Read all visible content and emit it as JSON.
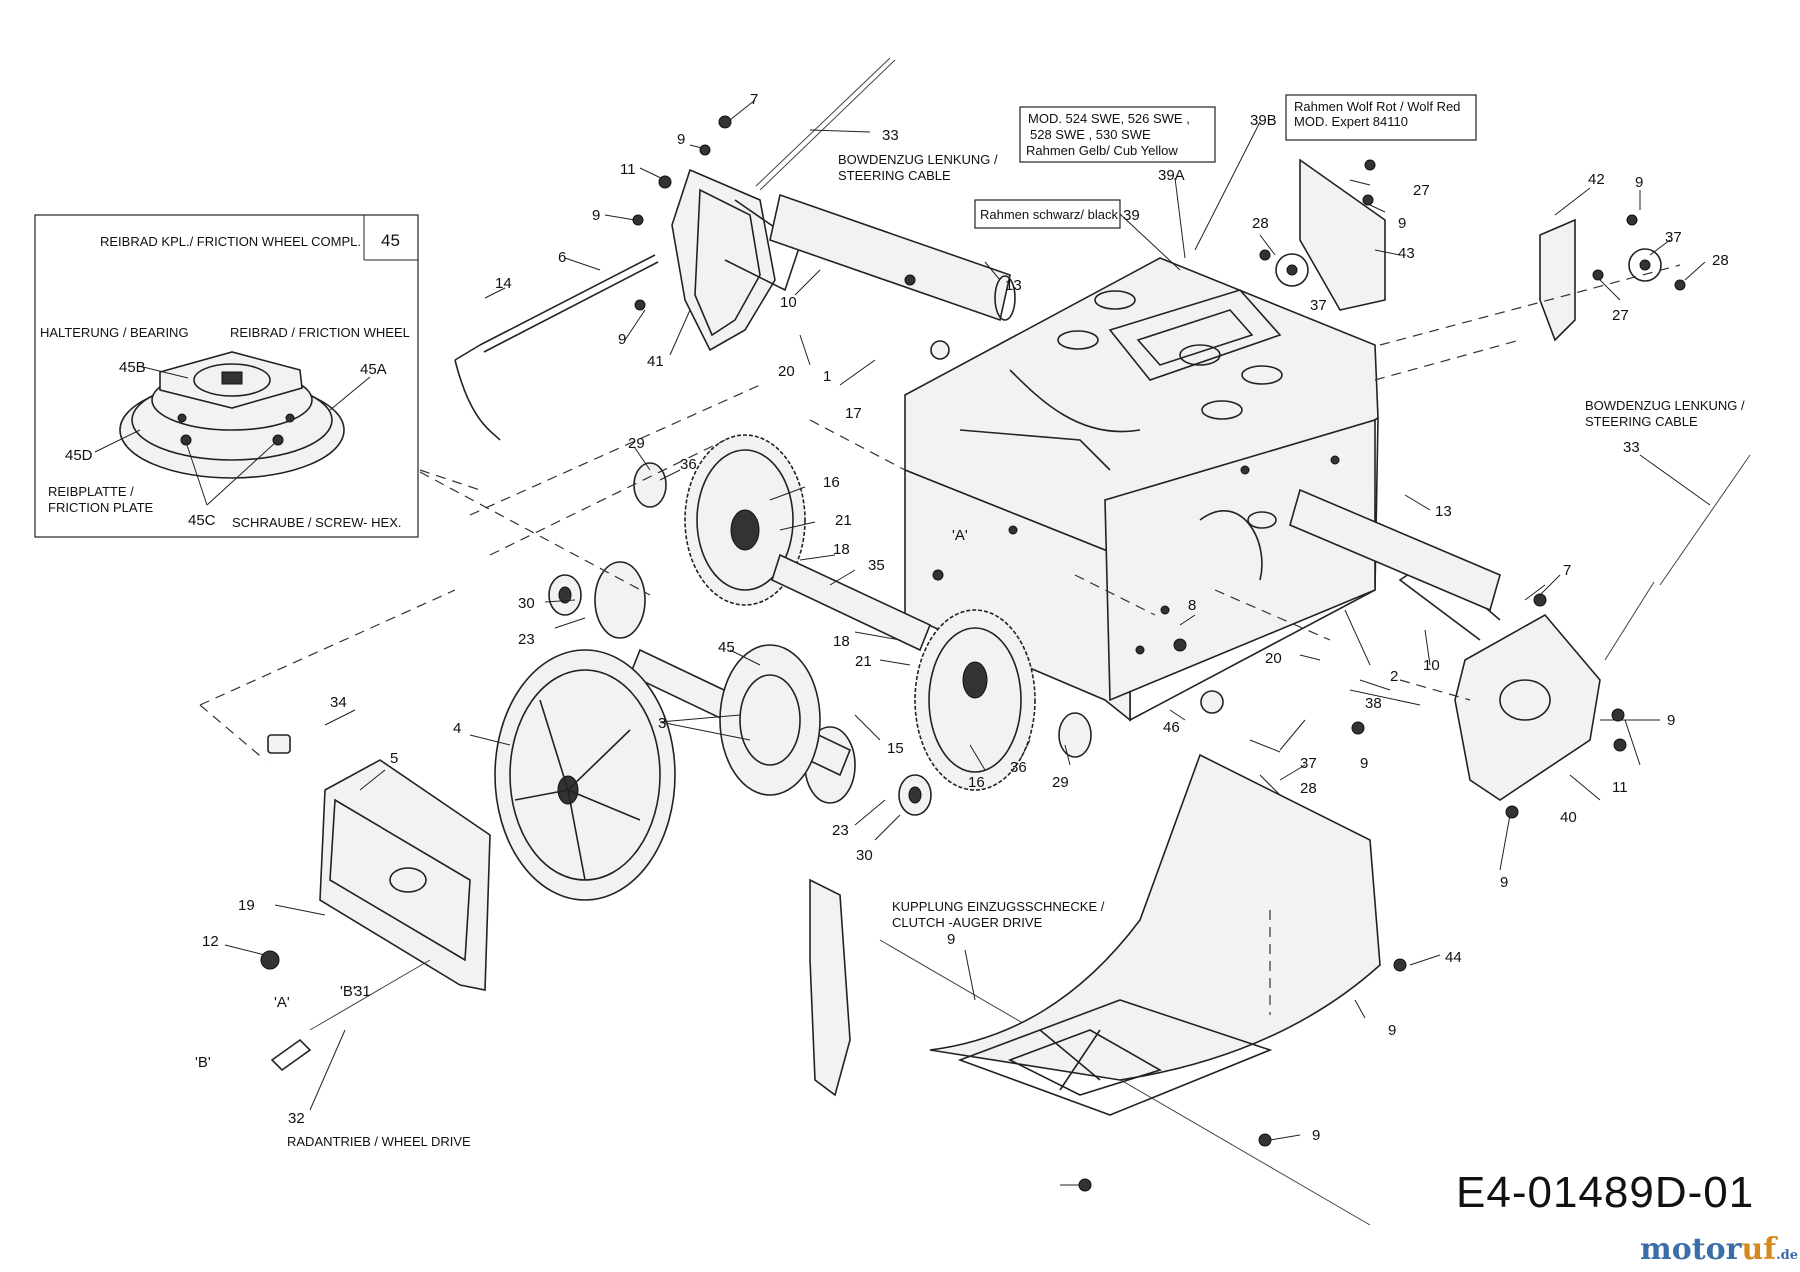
{
  "diagram_code": "E4-01489D-01",
  "watermark": {
    "part1": "motor",
    "part2": "uf",
    "part3": ".de"
  },
  "captions": {
    "inset_title": "REIBRAD KPL./ FRICTION WHEEL COMPL.",
    "inset_number": "45",
    "inset_bearing": "HALTERUNG / BEARING",
    "inset_friction_wheel": "REIBRAD / FRICTION WHEEL",
    "inset_friction_plate_1": "REIBPLATTE /",
    "inset_friction_plate_2": "FRICTION PLATE",
    "inset_screw": "SCHRAUBE / SCREW- HEX.",
    "model_1": "MOD. 524 SWE, 526 SWE ,",
    "model_2": "528 SWE , 530 SWE",
    "model_3": "Rahmen Gelb/ Cub Yellow",
    "frame_red_1": "Rahmen Wolf Rot / Wolf Red",
    "frame_red_2": "MOD. Expert 84110",
    "frame_black": "Rahmen schwarz/ black",
    "steering_cable_left_1": "BOWDENZUG LENKUNG /",
    "steering_cable_left_2": "STEERING CABLE",
    "steering_cable_right_1": "BOWDENZUG LENKUNG /",
    "steering_cable_right_2": "STEERING CABLE",
    "clutch_1": "KUPPLUNG EINZUGSSCHNECKE /",
    "clutch_2": "CLUTCH -AUGER DRIVE",
    "wheel_drive": "RADANTRIEB / WHEEL DRIVE"
  },
  "callouts": [
    {
      "id": "c-45b",
      "text": "45B"
    },
    {
      "id": "c-45a",
      "text": "45A"
    },
    {
      "id": "c-45d",
      "text": "45D"
    },
    {
      "id": "c-45c",
      "text": "45C"
    },
    {
      "id": "c-7a",
      "text": "7"
    },
    {
      "id": "c-9a",
      "text": "9"
    },
    {
      "id": "c-11a",
      "text": "11"
    },
    {
      "id": "c-9b",
      "text": "9"
    },
    {
      "id": "c-33a",
      "text": "33"
    },
    {
      "id": "c-6",
      "text": "6"
    },
    {
      "id": "c-14",
      "text": "14"
    },
    {
      "id": "c-9c",
      "text": "9"
    },
    {
      "id": "c-41",
      "text": "41"
    },
    {
      "id": "c-10a",
      "text": "10"
    },
    {
      "id": "c-20a",
      "text": "20"
    },
    {
      "id": "c-1",
      "text": "1"
    },
    {
      "id": "c-13a",
      "text": "13"
    },
    {
      "id": "c-17",
      "text": "17"
    },
    {
      "id": "c-39a",
      "text": "39A"
    },
    {
      "id": "c-39b",
      "text": "39B"
    },
    {
      "id": "c-39",
      "text": "39"
    },
    {
      "id": "c-28a",
      "text": "28"
    },
    {
      "id": "c-37a",
      "text": "37"
    },
    {
      "id": "c-27a",
      "text": "27"
    },
    {
      "id": "c-9d",
      "text": "9"
    },
    {
      "id": "c-43",
      "text": "43"
    },
    {
      "id": "c-42",
      "text": "42"
    },
    {
      "id": "c-9e",
      "text": "9"
    },
    {
      "id": "c-37b",
      "text": "37"
    },
    {
      "id": "c-28b",
      "text": "28"
    },
    {
      "id": "c-27b",
      "text": "27"
    },
    {
      "id": "c-33b",
      "text": "33"
    },
    {
      "id": "c-29a",
      "text": "29"
    },
    {
      "id": "c-36a",
      "text": "36"
    },
    {
      "id": "c-16a",
      "text": "16"
    },
    {
      "id": "c-21a",
      "text": "21"
    },
    {
      "id": "c-18a",
      "text": "18"
    },
    {
      "id": "c-35",
      "text": "35"
    },
    {
      "id": "c-a1",
      "text": "'A'"
    },
    {
      "id": "c-13b",
      "text": "13"
    },
    {
      "id": "c-7b",
      "text": "7"
    },
    {
      "id": "c-30a",
      "text": "30"
    },
    {
      "id": "c-23a",
      "text": "23"
    },
    {
      "id": "c-45",
      "text": "45"
    },
    {
      "id": "c-18b",
      "text": "18"
    },
    {
      "id": "c-21b",
      "text": "21"
    },
    {
      "id": "c-8",
      "text": "8"
    },
    {
      "id": "c-20b",
      "text": "20"
    },
    {
      "id": "c-2",
      "text": "2"
    },
    {
      "id": "c-10b",
      "text": "10"
    },
    {
      "id": "c-9f",
      "text": "9"
    },
    {
      "id": "c-34",
      "text": "34"
    },
    {
      "id": "c-5",
      "text": "5"
    },
    {
      "id": "c-4",
      "text": "4"
    },
    {
      "id": "c-3",
      "text": "3"
    },
    {
      "id": "c-15",
      "text": "15"
    },
    {
      "id": "c-46",
      "text": "46"
    },
    {
      "id": "c-38",
      "text": "38"
    },
    {
      "id": "c-9g",
      "text": "9"
    },
    {
      "id": "c-37c",
      "text": "37"
    },
    {
      "id": "c-28c",
      "text": "28"
    },
    {
      "id": "c-11b",
      "text": "11"
    },
    {
      "id": "c-40",
      "text": "40"
    },
    {
      "id": "c-9h",
      "text": "9"
    },
    {
      "id": "c-36b",
      "text": "36"
    },
    {
      "id": "c-29b",
      "text": "29"
    },
    {
      "id": "c-16b",
      "text": "16"
    },
    {
      "id": "c-23b",
      "text": "23"
    },
    {
      "id": "c-30b",
      "text": "30"
    },
    {
      "id": "c-19",
      "text": "19"
    },
    {
      "id": "c-12",
      "text": "12"
    },
    {
      "id": "c-a2",
      "text": "'A'"
    },
    {
      "id": "c-b1",
      "text": "'B'"
    },
    {
      "id": "c-b2",
      "text": "'B'"
    },
    {
      "id": "c-31",
      "text": "31"
    },
    {
      "id": "c-32",
      "text": "32"
    },
    {
      "id": "c-9i",
      "text": "9"
    },
    {
      "id": "c-44",
      "text": "44"
    },
    {
      "id": "c-9j",
      "text": "9"
    },
    {
      "id": "c-9k",
      "text": "9"
    }
  ]
}
